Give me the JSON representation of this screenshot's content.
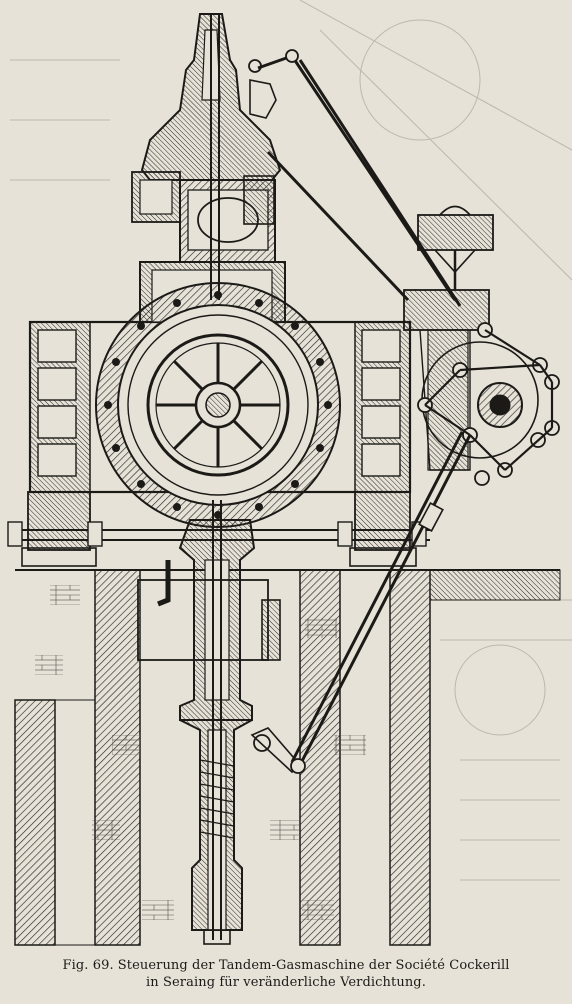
{
  "figure": {
    "label": "Fig. 69.",
    "caption_line1": "Steuerung der Tandem-Gasmaschine der Société Cockerill",
    "caption_line2": "in Seraing für veränderliche Verdichtung."
  },
  "colors": {
    "paper": "#e6e2d8",
    "ink": "#1c1a17",
    "hatch": "#2a2723",
    "bleed": "#bdb8ad"
  }
}
